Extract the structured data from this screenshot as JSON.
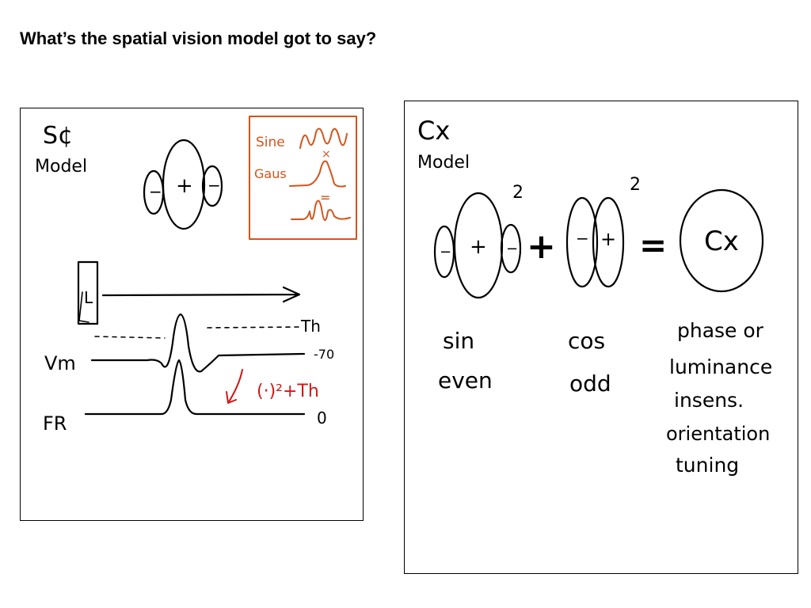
{
  "title": "What’s the spatial vision model got to say?",
  "simple_panel": {
    "label_line1": "S¢",
    "label_line2": "Model",
    "rf_minus": "−",
    "rf_plus": "+",
    "legend": {
      "sine_label": "Sine",
      "gaus_label": "Gaus",
      "times": "×",
      "equals": "="
    },
    "stimulus_label": "L",
    "threshold_label": "Th",
    "vm_label": "Vm",
    "vm_value": "-70",
    "fr_label": "FR",
    "fr_value": "0",
    "transform_label": "(·)²+Th"
  },
  "complex_panel": {
    "label_line1": "Cx",
    "label_line2": "Model",
    "exponent": "2",
    "plus": "+",
    "equals": "=",
    "result_label": "Cx",
    "sin_label_line1": "sin",
    "sin_label_line2": "even",
    "cos_label_line1": "cos",
    "cos_label_line2": "odd",
    "notes": [
      "phase or",
      "luminance",
      "insens.",
      "orientation",
      "tuning"
    ]
  },
  "colors": {
    "ink": "#000000",
    "legend_ink": "#d4541c",
    "annotation_ink": "#d01818"
  }
}
